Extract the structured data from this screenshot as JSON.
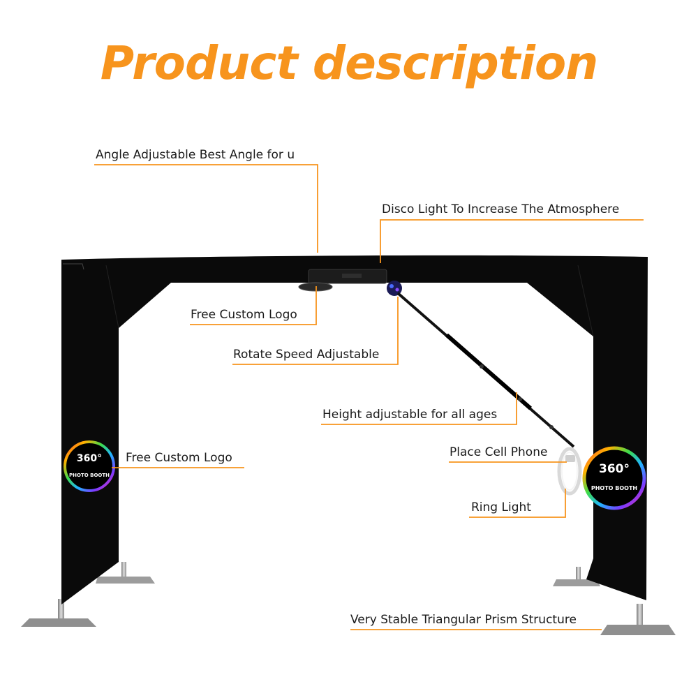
{
  "page": {
    "title": "Product description",
    "title_color": "#f7941d",
    "line_color": "#f7941d",
    "frame_color": "#0a0a0a"
  },
  "callouts": {
    "angle": "Angle Adjustable Best Angle for u",
    "disco": "Disco Light To Increase The Atmosphere",
    "logo_top": "Free Custom Logo",
    "rotate": "Rotate Speed Adjustable",
    "height": "Height adjustable for all ages",
    "logo_left": "Free Custom Logo",
    "phone": "Place Cell Phone",
    "ring": "Ring Light",
    "stable": "Very Stable Triangular Prism Structure"
  },
  "banner_logo": {
    "big_text": "360°",
    "small_text": "PHOTO BOOTH"
  }
}
